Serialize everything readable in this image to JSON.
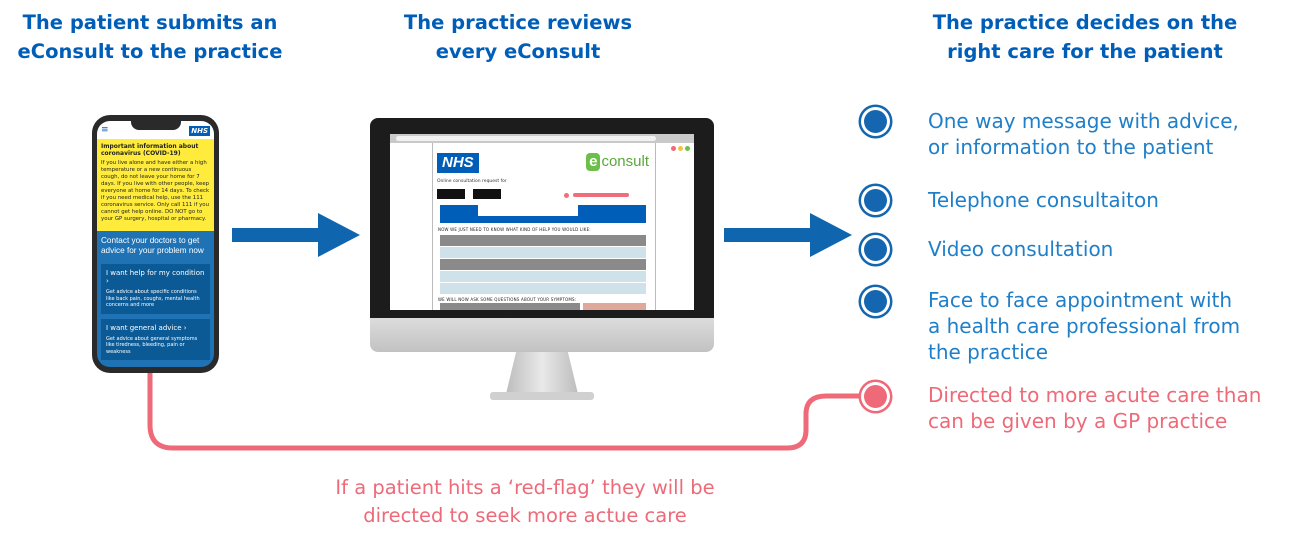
{
  "steps": [
    {
      "line1": "The patient submits an",
      "line2": "eConsult to the practice"
    },
    {
      "line1": "The practice reviews",
      "line2": "every eConsult"
    },
    {
      "line1": "The practice decides on the",
      "line2": "right care for the patient"
    }
  ],
  "phone": {
    "logo": "NHS",
    "alert_title": "Important information about coronavirus (COVID-19)",
    "alert_body": "If you live alone and have either a high temperature or a new continuous cough, do not leave your home for 7 days. If you live with other people, keep everyone at home for 14 days. To check if you need medical help, use the 111 coronavirus service. Only call 111 if you cannot get help online. DO NOT go to your GP surgery, hospital or pharmacy.",
    "contact_heading": "Contact your doctors to get advice for your problem now",
    "card1_title": "I want help for my condition ›",
    "card1_desc": "Get advice about specific conditions like back pain, coughs, mental health concerns and more",
    "card2_title": "I want general advice ›",
    "card2_desc": "Get advice about general symptoms like tiredness, bleeding, pain or weakness"
  },
  "monitor": {
    "nhs_logo": "NHS",
    "brand_letter": "e",
    "brand_word": "consult",
    "request_text": "Online consultation request for",
    "section1": "NOW WE JUST NEED TO KNOW WHAT KIND OF HELP YOU WOULD LIKE:",
    "section2": "WE WILL NOW ASK SOME QUESTIONS ABOUT YOUR SYMPTOMS:"
  },
  "options": [
    {
      "lines": [
        "One way message with advice,",
        "or information to the patient"
      ],
      "status": "standard"
    },
    {
      "lines": [
        "Telephone consultaiton"
      ],
      "status": "standard"
    },
    {
      "lines": [
        "Video consultation"
      ],
      "status": "standard"
    },
    {
      "lines": [
        "Face to face appointment with",
        "a health care professional from",
        "the practice"
      ],
      "status": "standard"
    },
    {
      "lines": [
        "Directed to more acute care than",
        "can be given by a GP practice"
      ],
      "status": "red-flag"
    }
  ],
  "red_flag_note": {
    "line1": "If a patient hits a ‘red-flag’ they will be",
    "line2": "directed to seek more actue care"
  },
  "colors": {
    "nhs_blue": "#005eb8",
    "option_blue": "#1f7fc8",
    "arrow_blue": "#0f66ae",
    "red_flag": "#ee6a78",
    "alert_yellow": "#ffeb3b",
    "econsult_green": "#6cc04a"
  }
}
